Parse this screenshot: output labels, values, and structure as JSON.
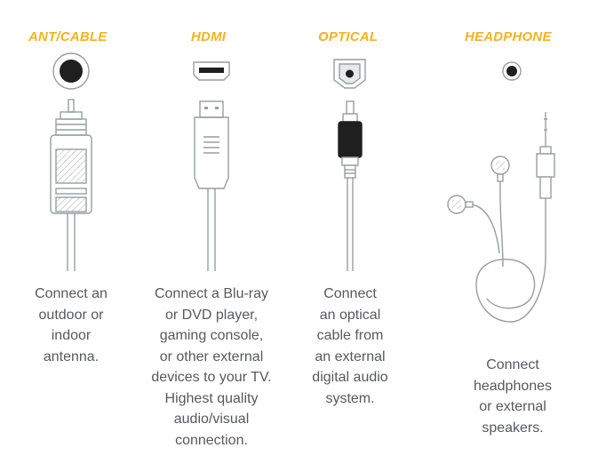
{
  "accent_color": "#f5b120",
  "line_color": "#9a9c9e",
  "connectors": [
    {
      "title": "ANT/CABLE",
      "icon": "coaxial-cable-icon",
      "lines": [
        "Connect an",
        "outdoor or",
        "indoor",
        "antenna."
      ]
    },
    {
      "title": "HDMI",
      "icon": "hdmi-cable-icon",
      "lines": [
        "Connect a Blu-ray",
        "or DVD player,",
        "gaming console,",
        "or other external",
        "devices to your TV.",
        "Highest quality",
        "audio/visual",
        "connection."
      ]
    },
    {
      "title": "OPTICAL",
      "icon": "optical-cable-icon",
      "lines": [
        "Connect",
        "an optical",
        "cable from",
        "an external",
        "digital audio",
        "system."
      ]
    },
    {
      "title": "HEADPHONE",
      "icon": "headphone-cable-icon",
      "lines": [
        "Connect",
        "headphones",
        "or external",
        "speakers."
      ]
    }
  ]
}
